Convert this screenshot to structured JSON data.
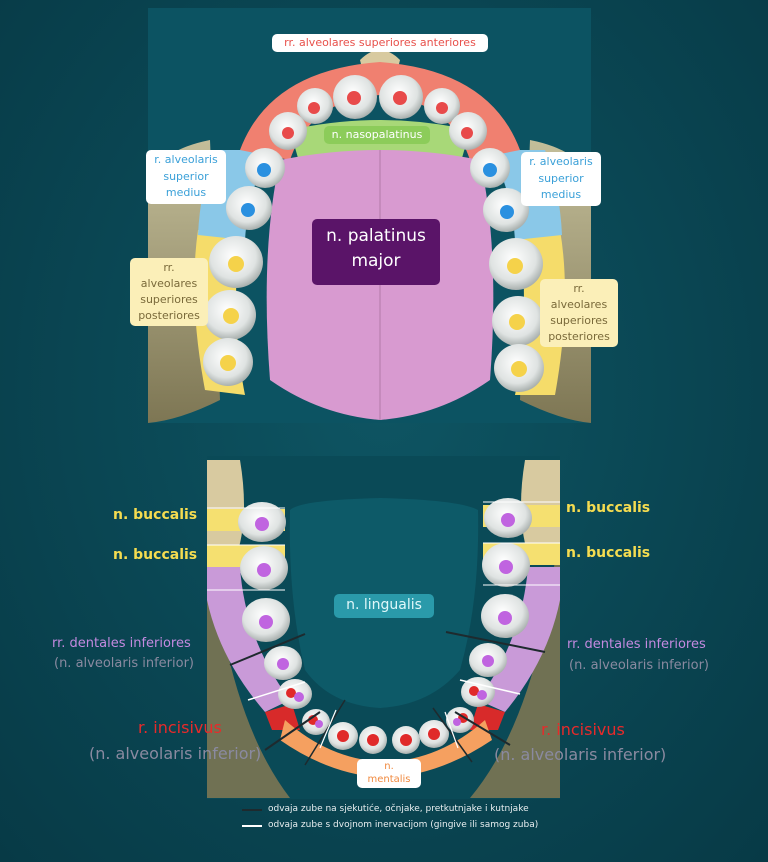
{
  "upper": {
    "anterior": "rr. alveolares superiores anteriores",
    "nasopalatinus": "n. nasopalatinus",
    "medius_left": "r. alveolaris superior medius",
    "medius_right": "r. alveolaris superior medius",
    "palatinus_line1": "n. palatinus",
    "palatinus_line2": "major",
    "posterior_left": "rr. alveolares superiores posteriores",
    "posterior_right": "rr. alveolares superiores posteriores"
  },
  "lower": {
    "buccalis_left_1": "n. buccalis",
    "buccalis_left_2": "n. buccalis",
    "buccalis_right_1": "n. buccalis",
    "buccalis_right_2": "n. buccalis",
    "lingualis": "n. lingualis",
    "dentales_left": "rr. dentales inferiores",
    "dentales_left_sub": "(n. alveolaris inferior)",
    "dentales_right": "rr. dentales inferiores",
    "dentales_right_sub": "(n. alveolaris inferior)",
    "incisivus_left": "r. incisivus",
    "incisivus_left_sub": "(n. alveolaris inferior)",
    "incisivus_right": "r. incisivus",
    "incisivus_right_sub": "(n. alveolaris inferior)",
    "mentalis": "n. mentalis"
  },
  "legend": {
    "dark_line": "odvaja zube na sjekutiće, očnjake, pretkutnjake i kutnjake",
    "white_line": "odvaja zube s dvojnom inervacijom  (gingive ili samog zuba)"
  },
  "colors": {
    "anterior": "#f08070",
    "nasopalatinus": "#a8d878",
    "medius": "#8ac8e8",
    "palatinus": "#d89ad0",
    "posterior": "#f5dc6a",
    "buccalis": "#f5e070",
    "lingualis": "#3aa8b8",
    "dentales": "#c99ad8",
    "incisivus": "#e03030",
    "mentalis": "#f5a060"
  }
}
